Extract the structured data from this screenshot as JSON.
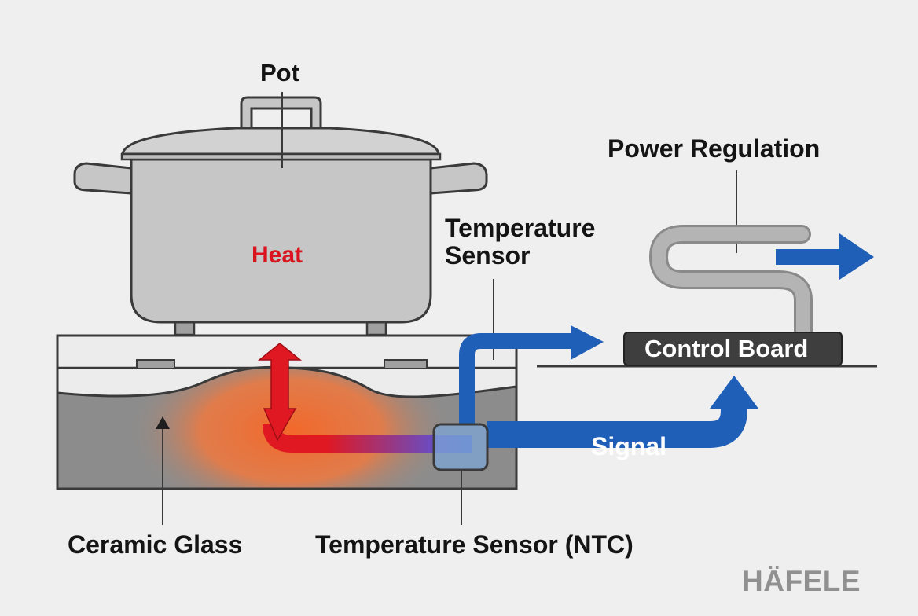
{
  "labels": {
    "pot": "Pot",
    "heat": "Heat",
    "temperature_sensor_top": "Temperature\nSensor",
    "power_regulation": "Power Regulation",
    "control_board": "Control Board",
    "signal": "Signal",
    "ceramic_glass": "Ceramic Glass",
    "temperature_sensor_ntc": "Temperature Sensor (NTC)"
  },
  "logo": "HÄFELE",
  "colors": {
    "background": "#efefef",
    "heat_label": "#d9141e",
    "heat_arrow": "#e01822",
    "signal_blue": "#1f5fb8",
    "pot_fill": "#c6c6c6",
    "pot_outline": "#3a3a3a",
    "cooktop_fill": "#8c8c8c",
    "heat_glow": "#f06a2a",
    "control_board": "#3e3e3e",
    "coil": "#b4b4b4",
    "logo": "#909090"
  }
}
